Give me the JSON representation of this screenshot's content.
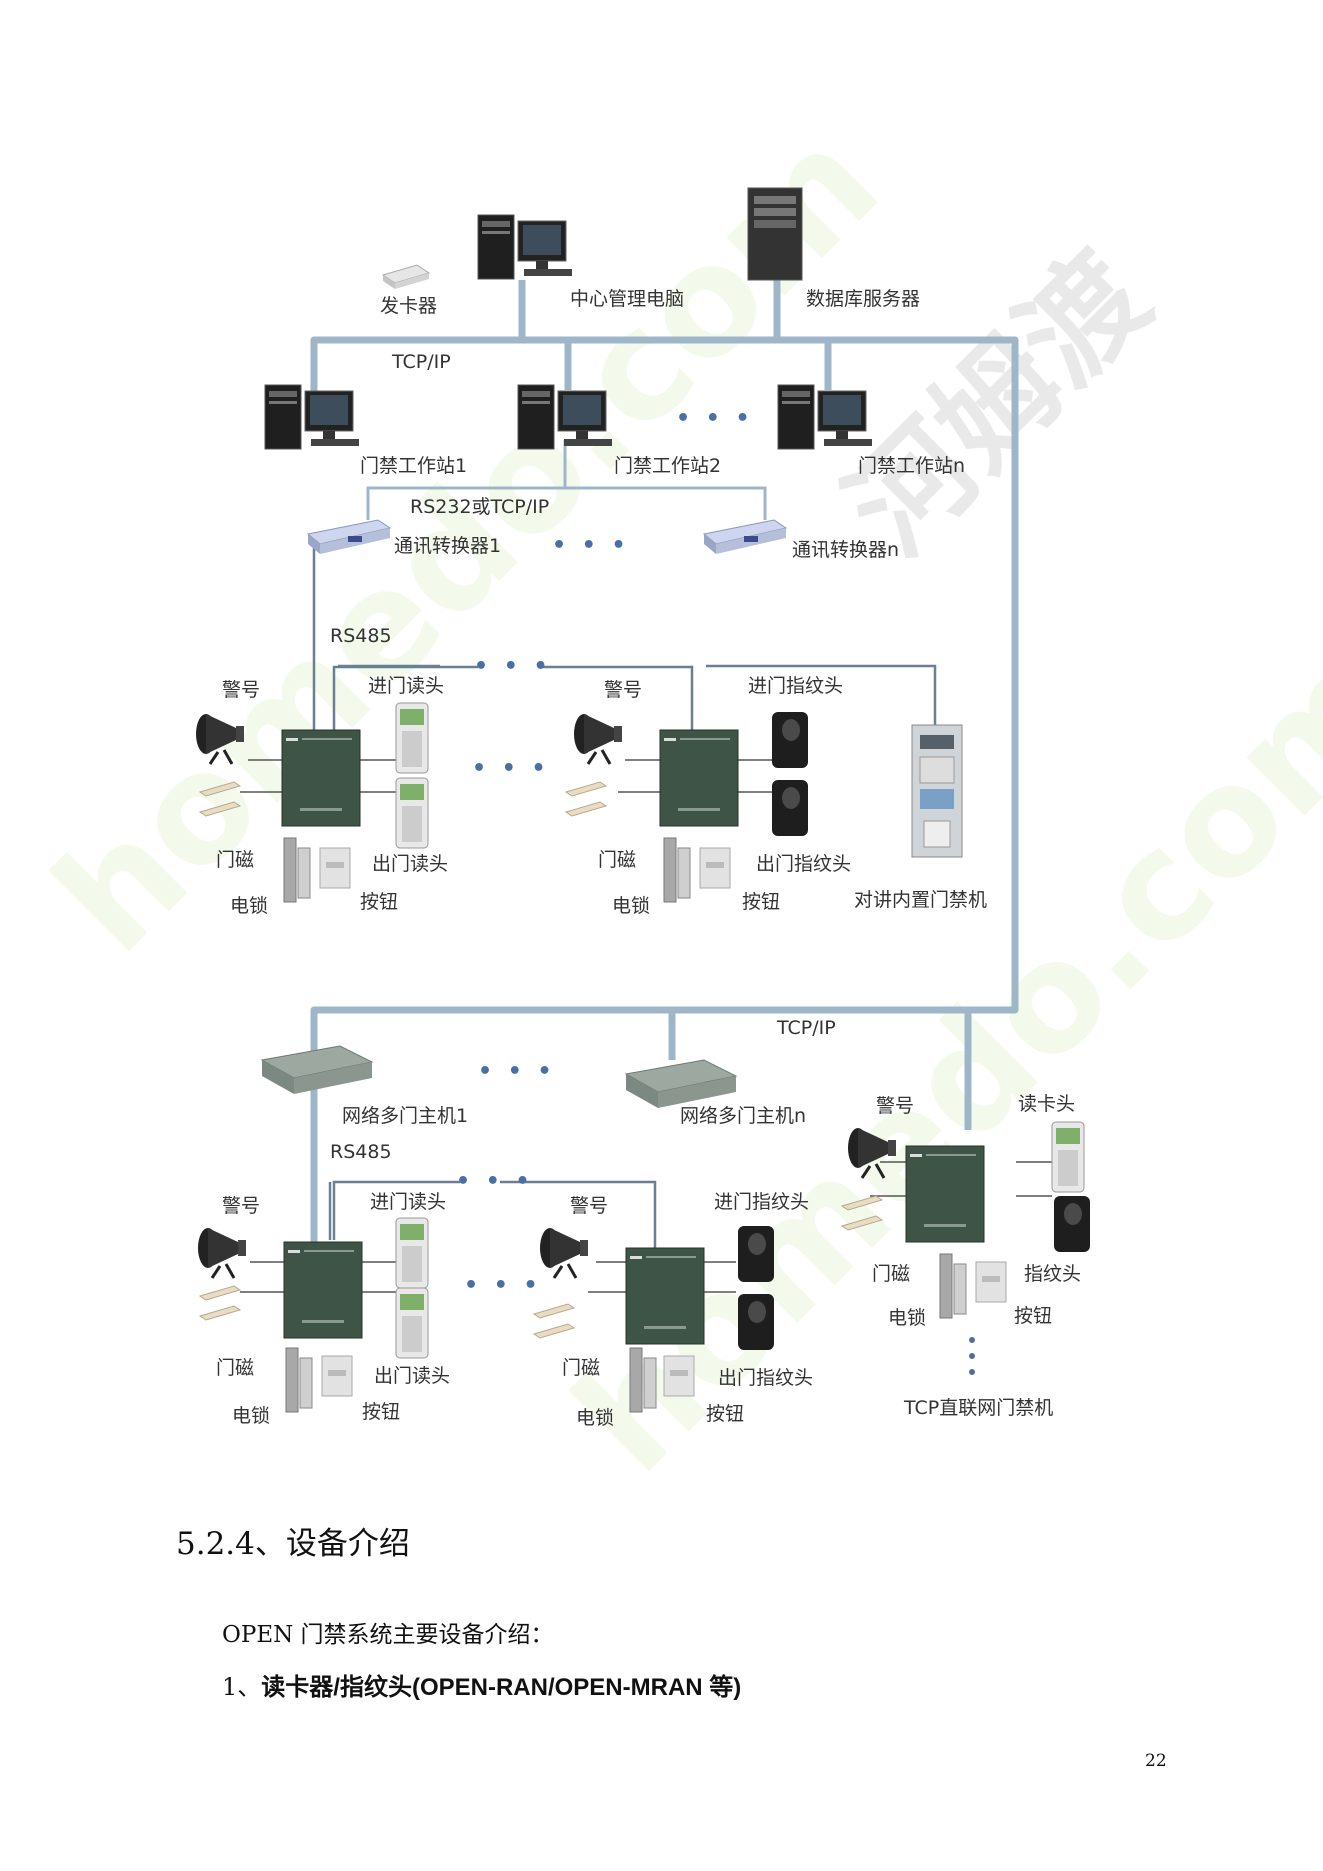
{
  "diagram": {
    "card_issuer": "发卡器",
    "center_pc": "中心管理电脑",
    "db_server": "数据库服务器",
    "tcpip_top": "TCP/IP",
    "workstation_1": "门禁工作站1",
    "workstation_2": "门禁工作站2",
    "workstation_n": "门禁工作站n",
    "rs232_label": "RS232或TCP/IP",
    "converter_1": "通讯转换器1",
    "converter_n": "通讯转换器n",
    "rs485_top": "RS485",
    "alarm_a": "警号",
    "entry_reader_a": "进门读头",
    "door_sensor_a": "门磁",
    "exit_reader_a": "出门读头",
    "elock_a": "电锁",
    "button_a": "按钮",
    "alarm_b": "警号",
    "entry_fp_b": "进门指纹头",
    "door_sensor_b": "门磁",
    "exit_fp_b": "出门指纹头",
    "elock_b": "电锁",
    "button_b": "按钮",
    "intercom": "对讲内置门禁机",
    "tcpip_mid": "TCP/IP",
    "net_host_1": "网络多门主机1",
    "net_host_n": "网络多门主机n",
    "rs485_bottom": "RS485",
    "alarm_c": "警号",
    "entry_reader_c": "进门读头",
    "door_sensor_c": "门磁",
    "exit_reader_c": "出门读头",
    "elock_c": "电锁",
    "button_c": "按钮",
    "alarm_d": "警号",
    "entry_fp_d": "进门指纹头",
    "door_sensor_d": "门磁",
    "exit_fp_d": "出门指纹头",
    "elock_d": "电锁",
    "button_d": "按钮",
    "alarm_e": "警号",
    "reader_e": "读卡头",
    "door_sensor_e": "门磁",
    "fp_e": "指纹头",
    "elock_e": "电锁",
    "button_e": "按钮",
    "tcp_direct": "TCP直联网门禁机",
    "ellipsis": "• • •"
  },
  "section_heading": "5.2.4、设备介绍",
  "intro_text": "OPEN 门禁系统主要设备介绍：",
  "list_item_1": {
    "index": "1、",
    "text": "读卡器/指纹头(OPEN-RAN/OPEN-MRAN 等)"
  },
  "page_number": "22",
  "colors": {
    "line": "#9fb6c9",
    "line_dark": "#6a7f91",
    "panel": "#3e5446",
    "text": "#333333"
  },
  "watermark_text": [
    "homedo.com",
    "河姆渡"
  ]
}
